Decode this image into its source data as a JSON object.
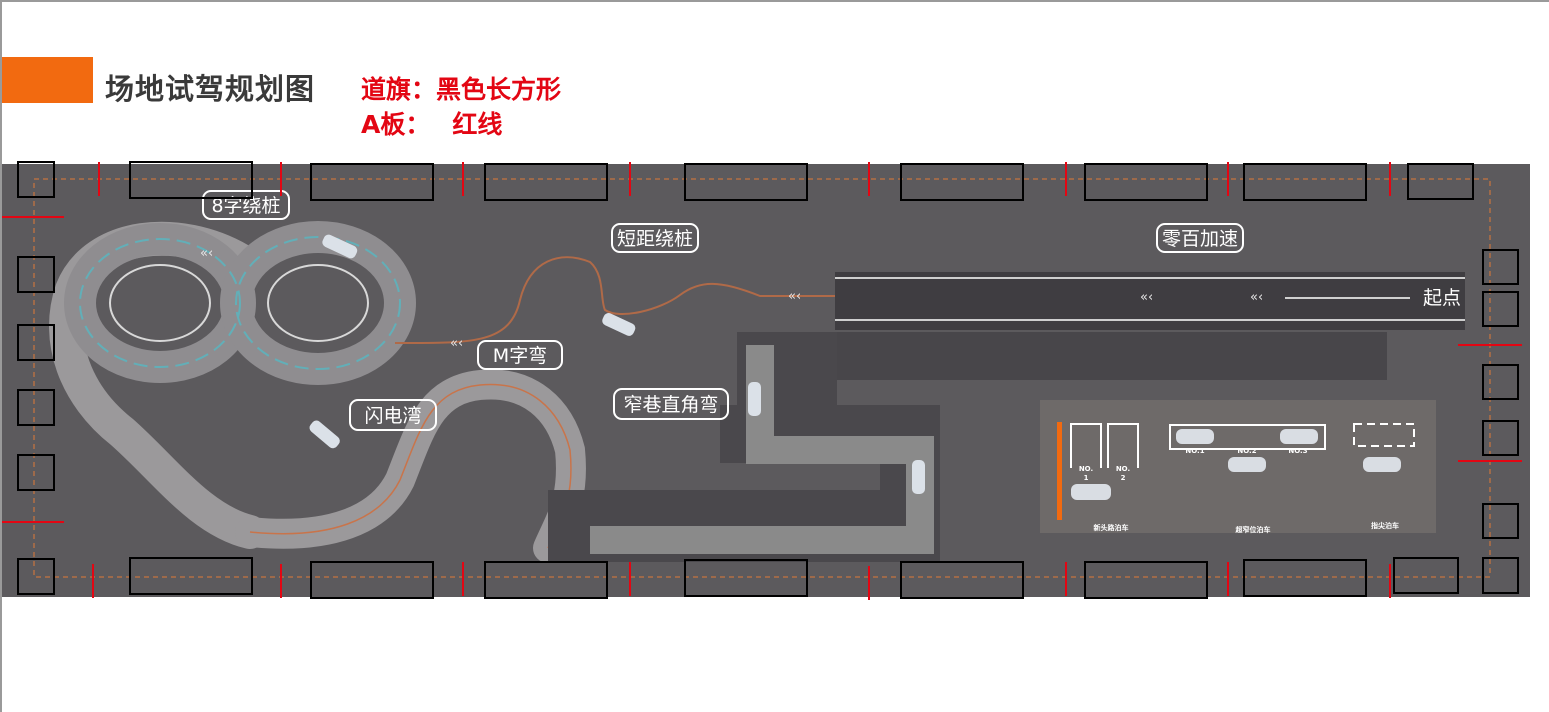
{
  "header": {
    "title": "场地试驾规划图",
    "note_flag_label": "道旗：",
    "note_flag_value": "黑色长方形",
    "note_board_label": "A板：",
    "note_board_value": "红线"
  },
  "zones": {
    "figure8": "8字绕桩",
    "short_slalom": "短距绕桩",
    "zero_hundred": "零百加速",
    "start": "起点",
    "m_curve": "M字弯",
    "lightning": "闪电湾",
    "narrow_alley": "窄巷直角弯"
  },
  "parking": {
    "spot_no1_a": "NO.",
    "spot_no1_b": "1",
    "spot_no2_a": "NO.",
    "spot_no2_b": "2",
    "bay_no1": "NO.1",
    "bay_no2": "NO.2",
    "bay_no3": "NO.3",
    "head_in": "新头路泊车",
    "super_narrow": "超窄位泊车",
    "fingertip": "指尖泊车"
  },
  "colors": {
    "accent": "#f26a10",
    "note_text": "#e30613",
    "ground": "#5c5a5d",
    "track": "#6b696c",
    "dark_strip": "#454347",
    "panel": "#6e6a69",
    "border_guide": "#e07a38",
    "red_board": "#e30613"
  }
}
